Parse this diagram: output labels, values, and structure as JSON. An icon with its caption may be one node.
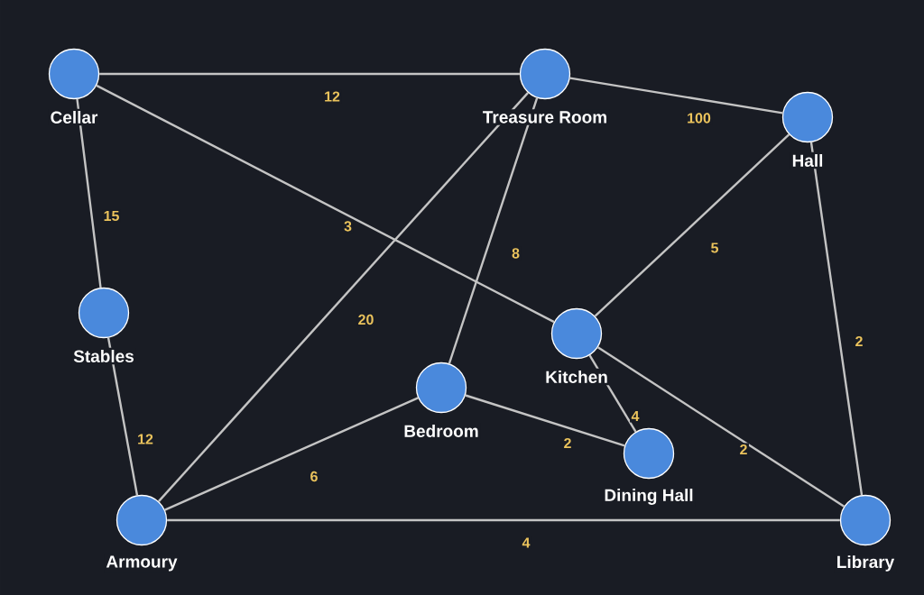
{
  "diagram": {
    "nodes": [
      {
        "text": [
          "Cellar"
        ]
      },
      {
        "text": [
          "Treasure Room"
        ]
      },
      {
        "text": [
          "Hall"
        ]
      },
      {
        "text": [
          "Stables"
        ]
      },
      {
        "text": [
          "Kitchen"
        ]
      },
      {
        "text": [
          "Bedroom"
        ]
      },
      {
        "text": [
          "Dining Hall"
        ]
      },
      {
        "text": [
          "Armoury"
        ]
      },
      {
        "text": [
          "Library"
        ]
      }
    ],
    "edges": [
      {
        "from": 0,
        "to": 1,
        "arrow": "none",
        "label": "12"
      },
      {
        "from": 0,
        "to": 3,
        "arrow": "none",
        "label": "15"
      },
      {
        "from": 0,
        "to": 4,
        "arrow": "none",
        "label": "3"
      },
      {
        "from": 1,
        "to": 2,
        "arrow": "none",
        "label": "100"
      },
      {
        "from": 1,
        "to": 7,
        "arrow": "none",
        "label": "20"
      },
      {
        "from": 1,
        "to": 5,
        "arrow": "none",
        "label": "8"
      },
      {
        "from": 2,
        "to": 4,
        "arrow": "none",
        "label": "5"
      },
      {
        "from": 2,
        "to": 8,
        "arrow": "none",
        "label": "2"
      },
      {
        "from": 3,
        "to": 7,
        "arrow": "none",
        "label": "12"
      },
      {
        "from": 4,
        "to": 6,
        "arrow": "none",
        "label": "4"
      },
      {
        "from": 4,
        "to": 8,
        "arrow": "none",
        "label": "2"
      },
      {
        "from": 5,
        "to": 6,
        "arrow": "none",
        "label": "2"
      },
      {
        "from": 5,
        "to": 7,
        "arrow": "none",
        "label": "6"
      },
      {
        "from": 7,
        "to": 8,
        "arrow": "none",
        "label": "4"
      }
    ]
  }
}
